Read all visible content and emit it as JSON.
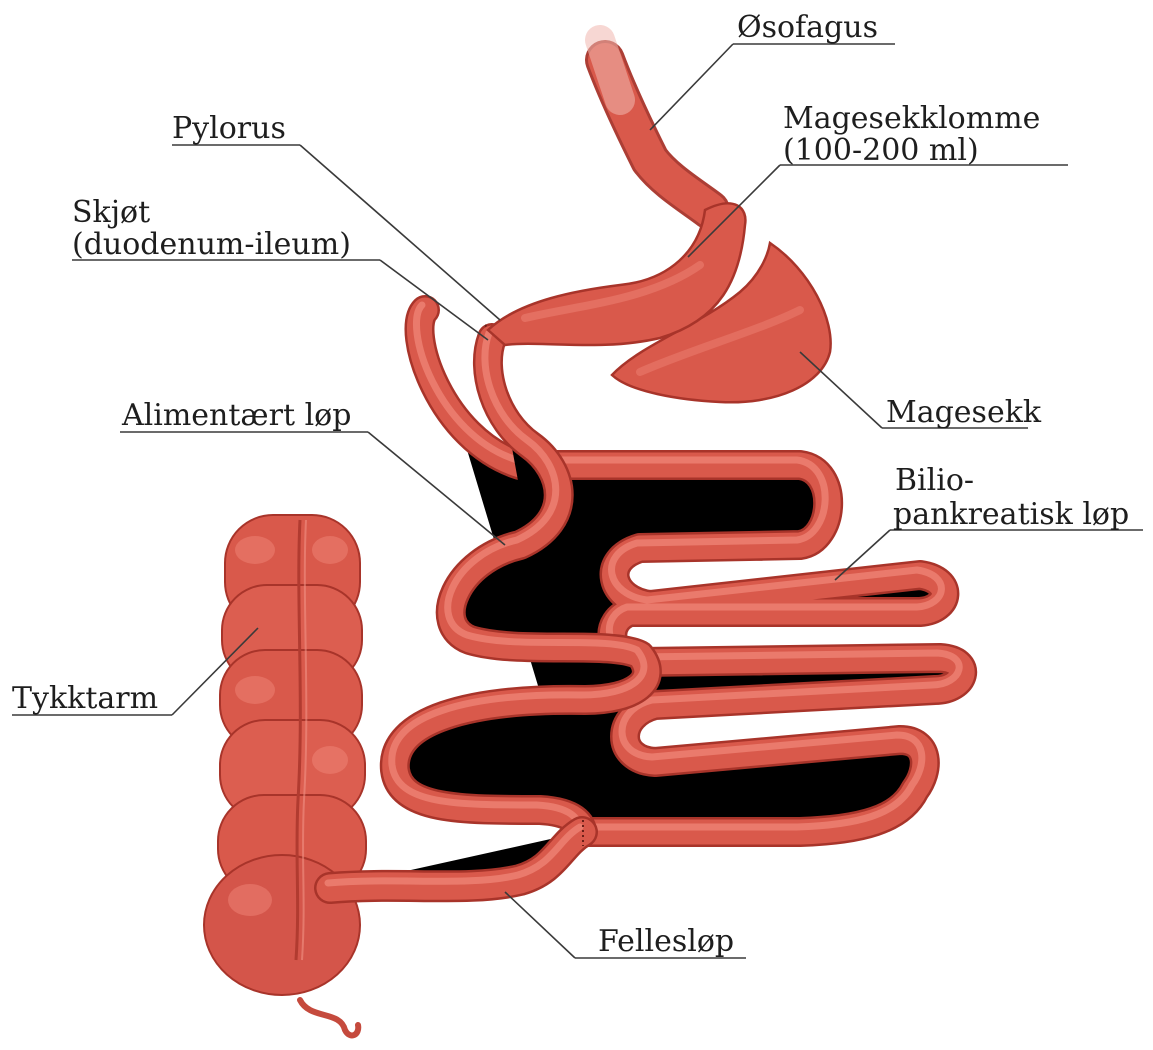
{
  "colors": {
    "tissue": "#d9594b",
    "tissue_dark": "#a8342a",
    "tissue_light": "#ef8577",
    "label_text": "#1e1e1e",
    "leader_line": "#3a3a3a",
    "background": "#ffffff"
  },
  "labels": {
    "osofagus": "Øsofagus",
    "pylorus": "Pylorus",
    "magesekklomme_line1": "Magesekklomme",
    "magesekklomme_line2": "(100-200 ml)",
    "skjot_line1": "Skjøt",
    "skjot_line2": "(duodenum-ileum)",
    "alimentaert": "Alimentært løp",
    "magesekk": "Magesekk",
    "bilio_line1": "Bilio-",
    "bilio_line2": "pankreatisk løp",
    "tykktarm": "Tykktarm",
    "fellesloep": "Fellesløp"
  }
}
